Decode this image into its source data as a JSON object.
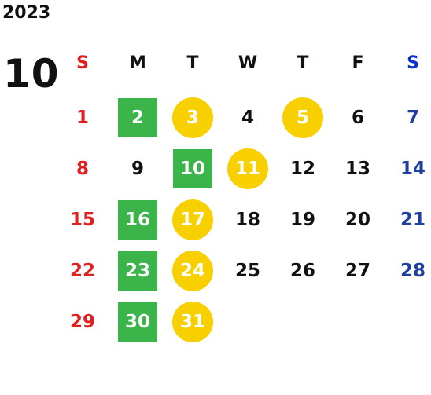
{
  "calendar": {
    "year": "2023",
    "month": "10",
    "weekdays": [
      "S",
      "M",
      "T",
      "W",
      "T",
      "F",
      "S"
    ],
    "weekday_colors": [
      "#e02020",
      "#111111",
      "#111111",
      "#111111",
      "#111111",
      "#111111",
      "#1030d0"
    ],
    "colors": {
      "sunday": "#e02020",
      "saturday": "#1e3fa0",
      "weekday": "#111111",
      "green_mark": "#3bb44a",
      "yellow_mark": "#f8d000",
      "marked_text": "#ffffff"
    },
    "weeks": [
      [
        {
          "day": "1",
          "mark": ""
        },
        {
          "day": "2",
          "mark": "green"
        },
        {
          "day": "3",
          "mark": "yellow"
        },
        {
          "day": "4",
          "mark": ""
        },
        {
          "day": "5",
          "mark": "yellow"
        },
        {
          "day": "6",
          "mark": ""
        },
        {
          "day": "7",
          "mark": ""
        }
      ],
      [
        {
          "day": "8",
          "mark": ""
        },
        {
          "day": "9",
          "mark": ""
        },
        {
          "day": "10",
          "mark": "green"
        },
        {
          "day": "11",
          "mark": "yellow"
        },
        {
          "day": "12",
          "mark": ""
        },
        {
          "day": "13",
          "mark": ""
        },
        {
          "day": "14",
          "mark": ""
        }
      ],
      [
        {
          "day": "15",
          "mark": ""
        },
        {
          "day": "16",
          "mark": "green"
        },
        {
          "day": "17",
          "mark": "yellow"
        },
        {
          "day": "18",
          "mark": ""
        },
        {
          "day": "19",
          "mark": ""
        },
        {
          "day": "20",
          "mark": ""
        },
        {
          "day": "21",
          "mark": ""
        }
      ],
      [
        {
          "day": "22",
          "mark": ""
        },
        {
          "day": "23",
          "mark": "green"
        },
        {
          "day": "24",
          "mark": "yellow"
        },
        {
          "day": "25",
          "mark": ""
        },
        {
          "day": "26",
          "mark": ""
        },
        {
          "day": "27",
          "mark": ""
        },
        {
          "day": "28",
          "mark": ""
        }
      ],
      [
        {
          "day": "29",
          "mark": ""
        },
        {
          "day": "30",
          "mark": "green"
        },
        {
          "day": "31",
          "mark": "yellow"
        }
      ]
    ]
  }
}
